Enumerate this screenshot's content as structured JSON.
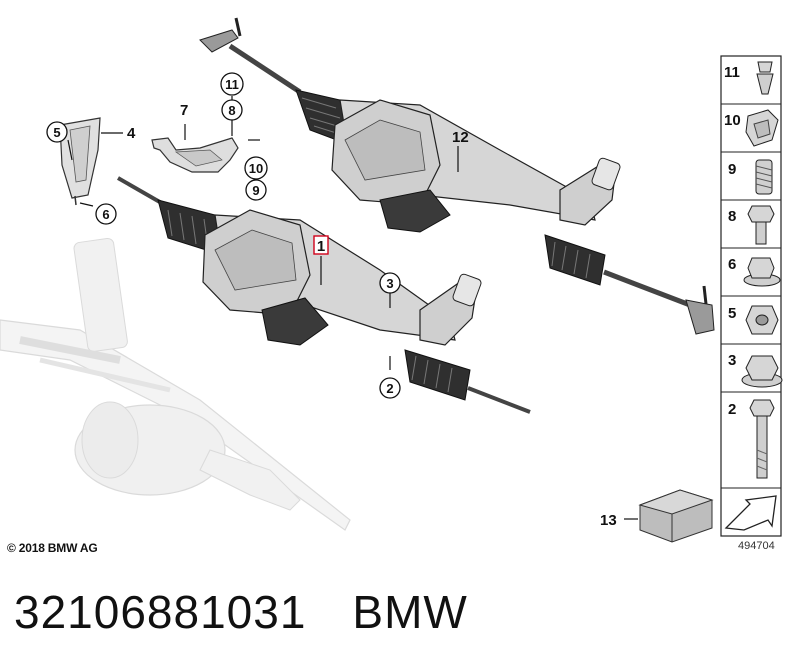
{
  "callouts": {
    "c1": "1",
    "c2": "2",
    "c3": "3",
    "c4": "4",
    "c5": "5",
    "c6": "6",
    "c7": "7",
    "c8": "8",
    "c9": "9",
    "c10": "10",
    "c11": "11",
    "c12": "12",
    "c13": "13"
  },
  "sidebar": {
    "items": [
      {
        "label": "11",
        "icon": "clip-nut-icon"
      },
      {
        "label": "10",
        "icon": "clip-bracket-icon"
      },
      {
        "label": "9",
        "icon": "threaded-insert-icon"
      },
      {
        "label": "8",
        "icon": "hex-bolt-short-icon"
      },
      {
        "label": "6",
        "icon": "collar-screw-icon"
      },
      {
        "label": "5",
        "icon": "hex-nut-icon"
      },
      {
        "label": "3",
        "icon": "flange-nut-icon"
      },
      {
        "label": "2",
        "icon": "hex-bolt-long-icon"
      }
    ]
  },
  "copyright": "© 2018 BMW AG",
  "reference_number": "494704",
  "part_number": "32106881031",
  "brand": "BMW",
  "colors": {
    "line": "#111111",
    "part_fill": "#d9d9d9",
    "part_dark": "#4a4a4a",
    "ghost": "#c8c8c8",
    "highlight_box": "#d0021b"
  }
}
